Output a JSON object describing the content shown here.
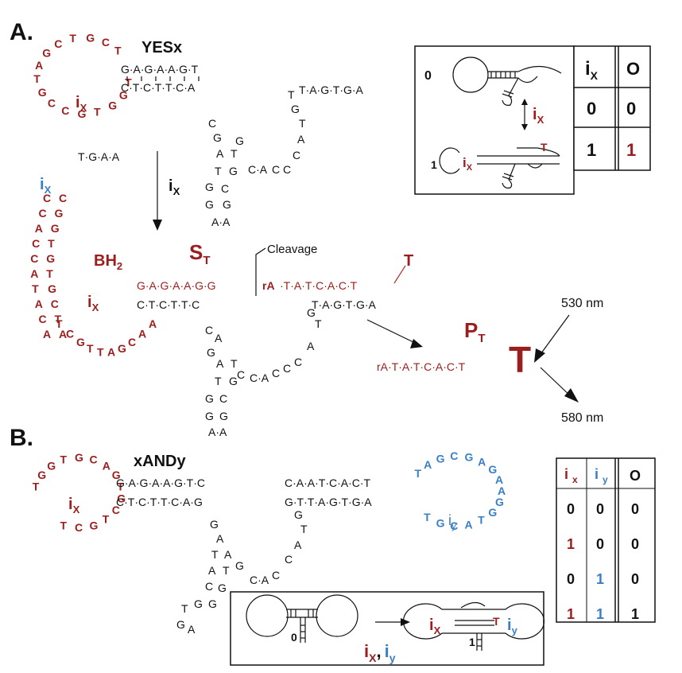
{
  "panel_a": {
    "label": "A.",
    "title": "YESx",
    "loop_top": [
      "T",
      "G",
      "G",
      "T",
      "G",
      "C",
      "C",
      "G",
      "T",
      "A",
      "G",
      "C",
      "T",
      "G",
      "C",
      "T"
    ],
    "loop_label": "i",
    "loop_label_sub": "X",
    "stem_top": "G·A·G·A·A·G·T",
    "stem_bot": "C·T·C·T·T·C·A",
    "tail": "T·A·G·T·G·A",
    "arrow_label": "i",
    "arrow_label_sub": "X",
    "ix_blue": "i",
    "ix_blue_sub": "X",
    "tga": "T·G·A·A",
    "bh2": "BH",
    "bh2_sub": "2",
    "st": "S",
    "st_sub": "T",
    "cleavage": "Cleavage",
    "red_strand_left": "G·A·G·A·A·G·G",
    "red_strand_ra": "rA",
    "red_strand_right": "·T·A·T·C·A·C·T",
    "red_t": "T",
    "lower_stem": "C·T·C·T·T·C",
    "lower_right": "T·A·G·T·G·A",
    "pt": "P",
    "pt_sub": "T",
    "product": "rA·T·A·T·C·A·C·T",
    "product_t": "T",
    "wl_in": "530 nm",
    "wl_out": "580 nm",
    "inset_state0": "0",
    "inset_state1": "1",
    "inset_ix": "i",
    "inset_ix_sub": "X",
    "inset_t": "T",
    "truth_table": {
      "headers": [
        "i",
        "O"
      ],
      "header_sub": "X",
      "rows": [
        [
          "0",
          "0"
        ],
        [
          "1",
          "1"
        ]
      ]
    }
  },
  "panel_b": {
    "label": "B.",
    "title": "xANDy",
    "ix": "i",
    "ix_sub": "X",
    "iy": "i",
    "iy_sub": "y",
    "stem_top": "G·A·G·A·A·G·T·C",
    "stem_bot": "C·T·C·T·T·C·A·G",
    "right_top": "C·A·A·T·C·A·C·T",
    "right_bot": "G·T·T·A·G·T·G·A",
    "inset_0": "0",
    "inset_1": "1",
    "inset_t": "T",
    "inset_inputs_ix": "i",
    "inset_inputs_ix_sub": "X",
    "inset_inputs_comma": ",",
    "inset_inputs_iy": "i",
    "inset_inputs_iy_sub": "y",
    "truth_table": {
      "headers": [
        "ix",
        "iy",
        "O"
      ],
      "rows": [
        [
          "0",
          "0",
          "0"
        ],
        [
          "1",
          "0",
          "0"
        ],
        [
          "0",
          "1",
          "0"
        ],
        [
          "1",
          "1",
          "1"
        ]
      ]
    }
  },
  "colors": {
    "red": "#9b1d1d",
    "blue": "#3a7fc6",
    "black": "#111111"
  }
}
